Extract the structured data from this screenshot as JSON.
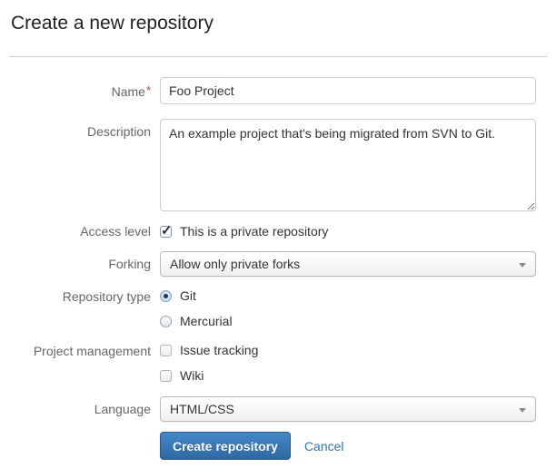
{
  "page": {
    "title": "Create a new repository"
  },
  "colors": {
    "accent_blue": "#3572b0",
    "button_gradient_top": "#4288c7",
    "button_gradient_bottom": "#2f68a3",
    "link_blue": "#3572b0",
    "required_red": "#d04437",
    "label_gray": "#666666",
    "text_dark": "#333333",
    "border_gray": "#cccccc"
  },
  "form": {
    "name": {
      "label": "Name",
      "required_marker": "*",
      "value": "Foo Project"
    },
    "description": {
      "label": "Description",
      "value": "An example project that's being migrated from SVN to Git."
    },
    "access_level": {
      "label": "Access level",
      "checkbox_label": "This is a private repository",
      "checked": true
    },
    "forking": {
      "label": "Forking",
      "selected": "Allow only private forks"
    },
    "repository_type": {
      "label": "Repository type",
      "options": [
        {
          "label": "Git",
          "selected": true
        },
        {
          "label": "Mercurial",
          "selected": false
        }
      ]
    },
    "project_management": {
      "label": "Project management",
      "options": [
        {
          "label": "Issue tracking",
          "checked": false
        },
        {
          "label": "Wiki",
          "checked": false
        }
      ]
    },
    "language": {
      "label": "Language",
      "selected": "HTML/CSS"
    },
    "actions": {
      "submit_label": "Create repository",
      "cancel_label": "Cancel"
    }
  }
}
